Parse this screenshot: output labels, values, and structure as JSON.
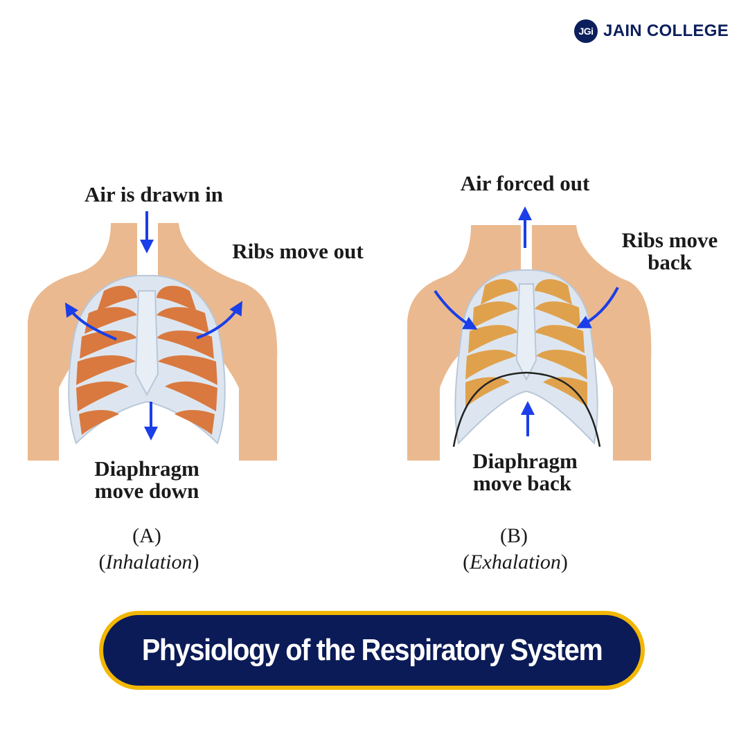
{
  "brand": {
    "badge": "JGi",
    "name": "JAIN COLLEGE"
  },
  "panel_a": {
    "top_label": "Air is drawn in",
    "side_label": "Ribs move out",
    "bottom_label_line1": "Diaphragm",
    "bottom_label_line2": "move down",
    "letter": "(A)",
    "caption_open": "(",
    "caption_word": "Inhalation",
    "caption_close": ")"
  },
  "panel_b": {
    "top_label": "Air forced out",
    "side_label_line1": "Ribs move",
    "side_label_line2": "back",
    "bottom_label_line1": "Diaphragm",
    "bottom_label_line2": "move back",
    "letter": "(B)",
    "caption_open": "(",
    "caption_word": "Exhalation",
    "caption_close": ")"
  },
  "banner": {
    "title": "Physiology of the Respiratory System"
  },
  "colors": {
    "skin": "#ebb98f",
    "rib": "#e8eef6",
    "lung": "#d9793f",
    "arrow": "#1a3ee8",
    "navy": "#0b1b57",
    "gold": "#f2b705"
  }
}
